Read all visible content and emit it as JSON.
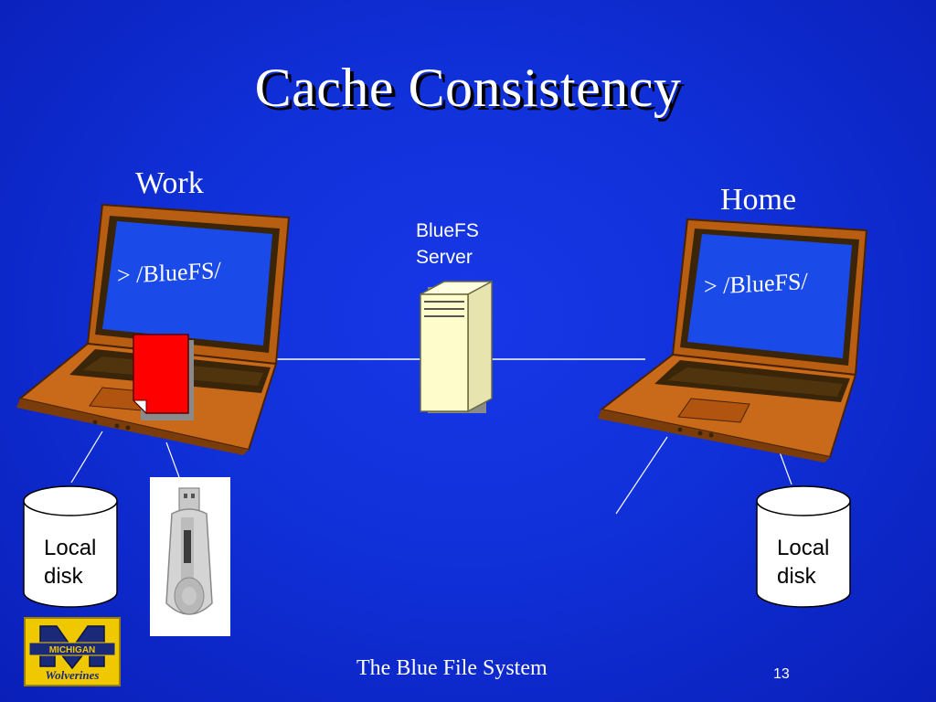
{
  "slide": {
    "title": "Cache Consistency",
    "footer": "The Blue File System",
    "page_number": "13"
  },
  "work": {
    "label": "Work",
    "screen_text": "> /BlueFS/"
  },
  "home": {
    "label": "Home",
    "screen_text": "> /BlueFS/"
  },
  "server": {
    "line1": "BlueFS",
    "line2": "Server"
  },
  "local_disks": [
    {
      "line1": "Local",
      "line2": "disk"
    },
    {
      "line1": "Local",
      "line2": "disk"
    }
  ],
  "logo": {
    "letter": "M",
    "banner": "MICHIGAN",
    "script": "Wolverines"
  },
  "colors": {
    "background": "#1030d8",
    "laptop_body": "#c86a1a",
    "laptop_screen": "#1a4be8",
    "server": "#fffccc",
    "file_icon": "#ff0000",
    "logo_yellow": "#f0c800",
    "logo_blue": "#1a2a78"
  }
}
